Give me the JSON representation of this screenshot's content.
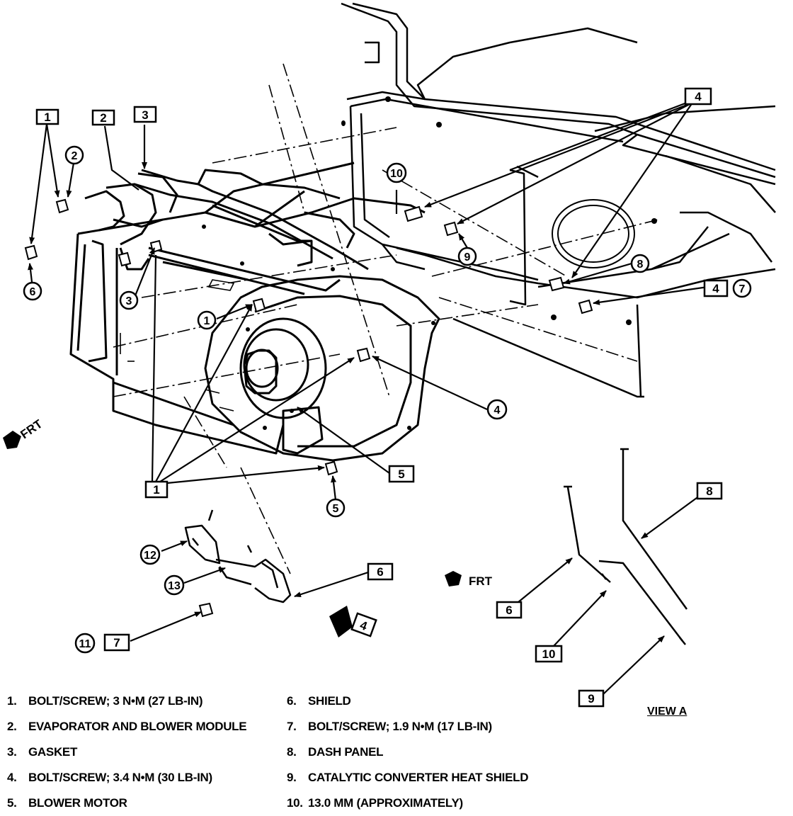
{
  "callouts": {
    "box_1_top": "1",
    "box_2": "2",
    "box_3": "3",
    "box_4_top": "4",
    "box_4_right": "4",
    "box_1_bottom": "1",
    "box_5": "5",
    "box_6_bottom": "6",
    "box_7_bottom": "7",
    "circ_1": "1",
    "circ_2": "2",
    "circ_3": "3",
    "circ_4": "4",
    "circ_5": "5",
    "circ_6": "6",
    "circ_7": "7",
    "circ_8": "8",
    "circ_9": "9",
    "circ_10": "10",
    "circ_11": "11",
    "circ_12": "12",
    "circ_13": "13",
    "view_box_4": "4"
  },
  "view_a": {
    "label": "VIEW A",
    "frt": "FRT",
    "box_6": "6",
    "box_8": "8",
    "box_9": "9",
    "box_10": "10"
  },
  "frt_main": "FRT",
  "legend": {
    "left": [
      {
        "num": "1.",
        "text": "BOLT/SCREW; 3 N•M (27 LB-IN)"
      },
      {
        "num": "2.",
        "text": "EVAPORATOR AND BLOWER MODULE"
      },
      {
        "num": "3.",
        "text": "GASKET"
      },
      {
        "num": "4.",
        "text": "BOLT/SCREW; 3.4 N•M (30 LB-IN)"
      },
      {
        "num": "5.",
        "text": "BLOWER MOTOR"
      }
    ],
    "right": [
      {
        "num": "6.",
        "text": "SHIELD"
      },
      {
        "num": "7.",
        "text": "BOLT/SCREW; 1.9 N•M (17 LB-IN)"
      },
      {
        "num": "8.",
        "text": "DASH PANEL"
      },
      {
        "num": "9.",
        "text": "CATALYTIC CONVERTER HEAT SHIELD"
      },
      {
        "num": "10.",
        "text": "13.0 MM (APPROXIMATELY)"
      }
    ]
  }
}
